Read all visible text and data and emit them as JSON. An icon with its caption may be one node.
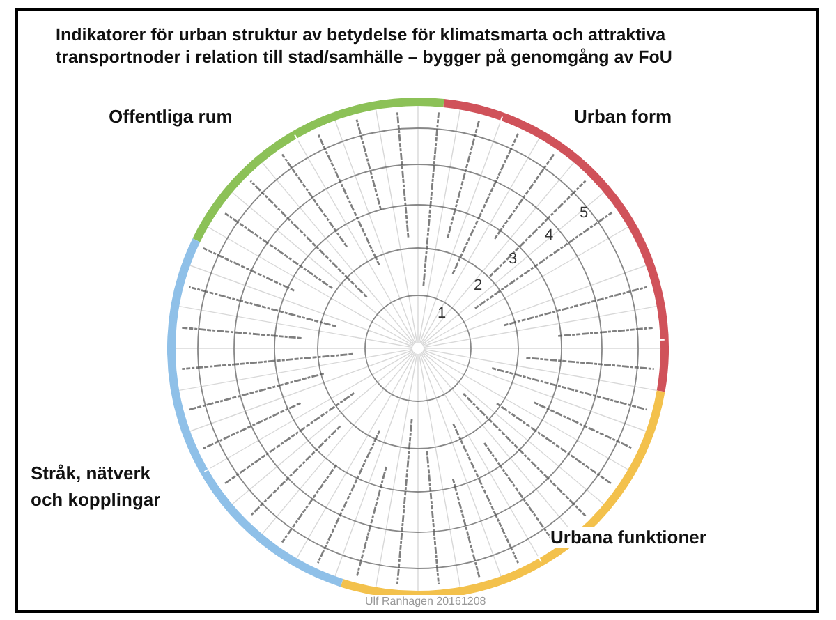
{
  "diagram": {
    "title": "Indikatorer för urban struktur av betydelse för klimatsmarta och attraktiva transportnoder i relation till stad/samhälle – bygger på genomgång av FoU",
    "labels": [
      "Offentliga rum",
      "Urban form",
      "1",
      "2",
      "3",
      "4",
      "5",
      "Stråk, nätverk och kopplingar",
      "Urbana funktioner",
      "Ulf Ranhagen 20161208"
    ]
  }
}
